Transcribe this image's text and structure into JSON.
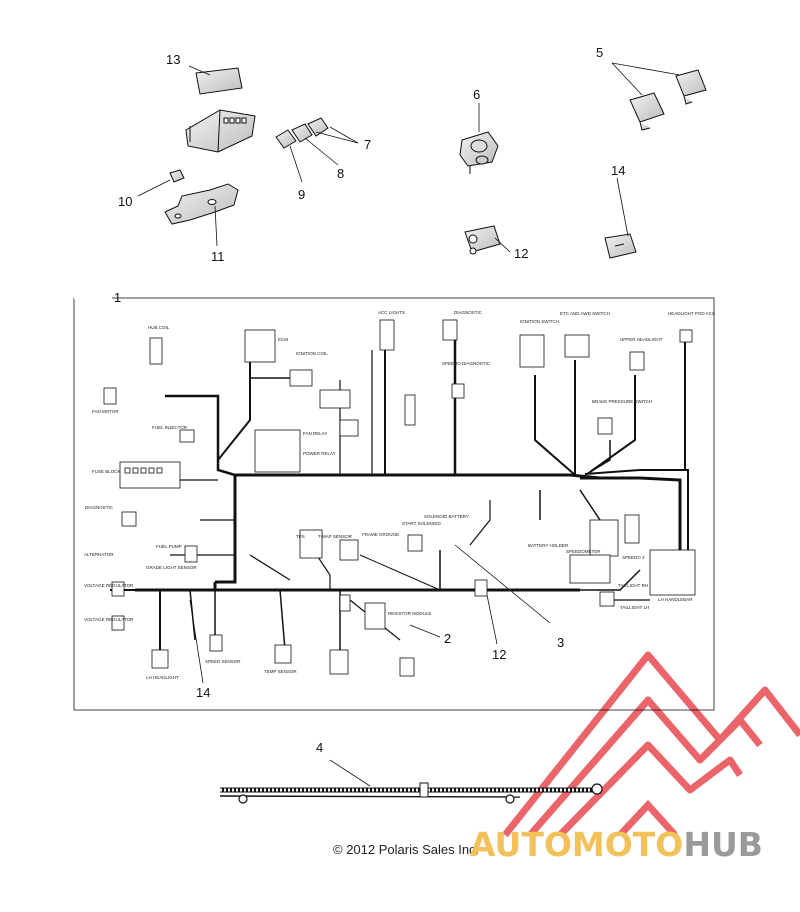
{
  "callouts": {
    "c1": "1",
    "c2": "2",
    "c3": "3",
    "c4": "4",
    "c5": "5",
    "c6": "6",
    "c7": "7",
    "c8": "8",
    "c9": "9",
    "c10": "10",
    "c11": "11",
    "c12": "12",
    "c12b": "12",
    "c13": "13",
    "c14": "14",
    "c14b": "14"
  },
  "harness_labels": {
    "hub_coil": "HUB COIL",
    "fan_motor": "FAN MOTOR",
    "fuel_injector": "FUEL INJECTOR",
    "fuse_block": "FUSE BLOCK",
    "diagnostic": "DIAGNOSTIC",
    "alternator": "ALTERNATOR",
    "fuel_pump": "FUEL PUMP",
    "grade_light_sensor": "GRADE LIGHT SENSOR",
    "voltage_regulator_1": "VOLTAGE REGULATOR",
    "voltage_regulator_2": "VOLTAGE REGULATOR",
    "lh_headlight": "LH HEADLIGHT",
    "speed_sensor": "SPEED SENSOR",
    "temp_sensor": "TEMP SENSOR",
    "ecm": "ECM",
    "ignition_coil": "IGNITION COIL",
    "fan_relay": "FAN RELAY",
    "power_relay": "POWER RELAY",
    "acc_lights": "ACC LIGHTS",
    "tps": "TPS",
    "tmap_sensor": "T-MAP SENSOR",
    "frame_ground": "FRAME GROUND",
    "start_solenoid": "START SOLENOID",
    "solenoid_battery": "SOLENOID BATTERY",
    "battery_holder": "BATTERY HOLDER",
    "resistor_module": "RESISTOR MODULE",
    "speedo_diagnostic": "SPEEDO DIAGNOSTIC",
    "diagnostic_top": "DIAGNOSTIC",
    "ignition_switch": "IGNITION SWITCH",
    "etc_switch": "ETC AND AWD SWITCH",
    "upper_headlight": "UPPER HEADLIGHT",
    "brake_switch": "BRAKE PRESSURE SWITCH",
    "speedometer": "SPEEDOMETER",
    "speedo_2": "SPEEDO 2",
    "headlight_pod": "HEADLIGHT POD ACC",
    "taillight_rh": "TAILLIGHT RH",
    "taillight_lh": "TAILLIGHT LH",
    "lh_handlebar": "LH HANDLEBAR"
  },
  "copyright": "© 2012 Polaris Sales Inc.",
  "watermark": {
    "part1": "AUTOMOTO",
    "part2": "HUB"
  },
  "colors": {
    "line": "#111111",
    "watermark_red": "#e8545a",
    "watermark_yellow": "#f3c15a",
    "watermark_gray": "#9a9a9a"
  }
}
